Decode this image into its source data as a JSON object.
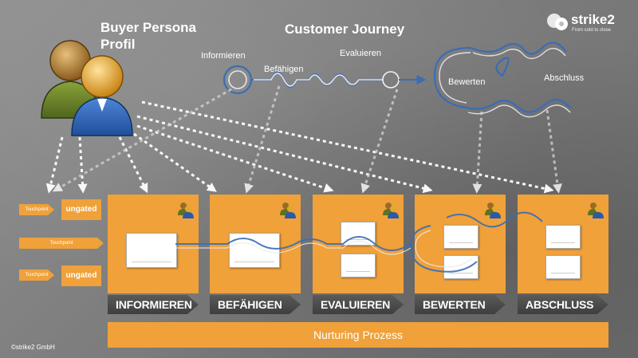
{
  "header": {
    "persona_title_line1": "Buyer Persona",
    "persona_title_line2": "Profil",
    "journey_title": "Customer Journey"
  },
  "brand": {
    "name": "strike2",
    "tagline": "From cold to close"
  },
  "journey_labels": [
    "Informieren",
    "Befähigen",
    "Evaluieren",
    "Bewerten",
    "Abschluss"
  ],
  "touchpoints": {
    "left_1": "Touchpoint",
    "middle": "Touchpoint",
    "left_2": "Touchpoint",
    "gated_1": "ungated",
    "gated_2": "ungated"
  },
  "stages": [
    "INFORMIEREN",
    "BEFÄHIGEN",
    "EVALUIEREN",
    "BEWERTEN",
    "ABSCHLUSS"
  ],
  "nurturing": "Nurturing Prozess",
  "copyright": "©strike2 GmbH",
  "colors": {
    "orange": "#f0a13a",
    "journey_line": "#3a6db5",
    "background": "#7d7d7d"
  }
}
